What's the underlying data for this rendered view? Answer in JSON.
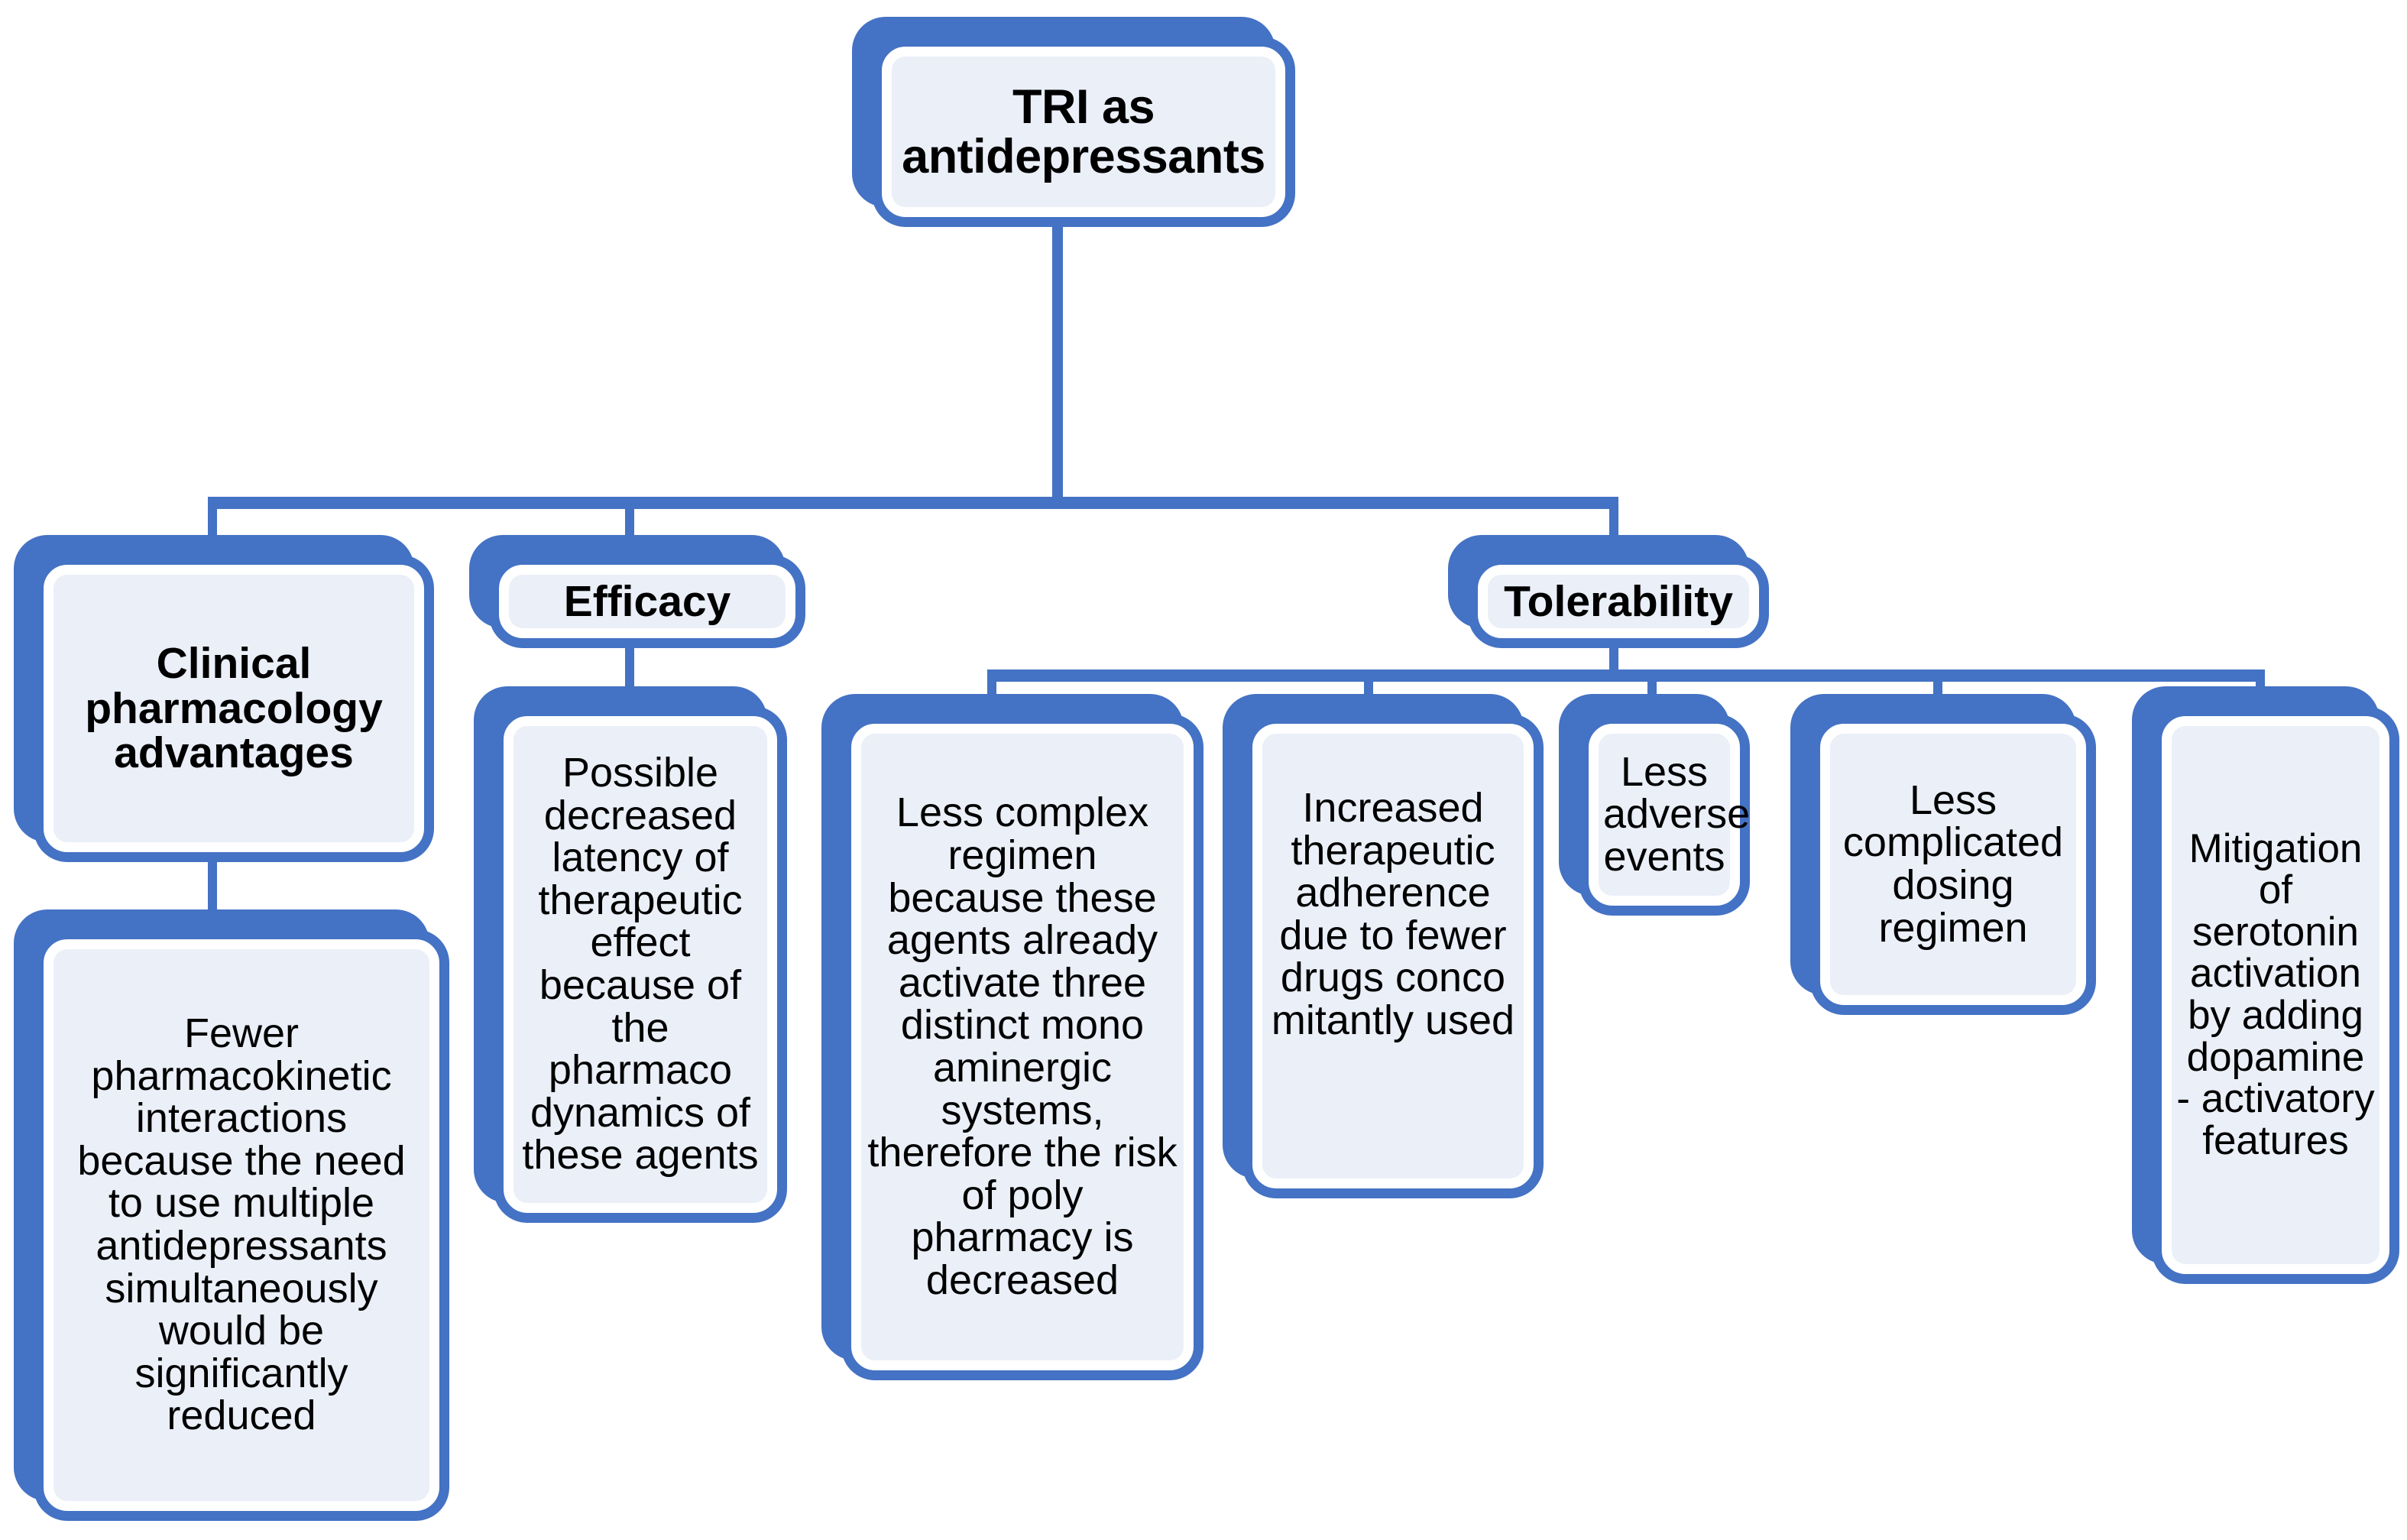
{
  "diagram": {
    "title": "TRI as antidepressants hierarchy",
    "accent_color": "#4472C4",
    "fill_color": "#EAEFF8",
    "text_color": "#000000"
  },
  "root": {
    "label": "TRI as antidepressants"
  },
  "branches": [
    {
      "id": "clinical-pharmacology",
      "label": "Clinical pharmacology advantages",
      "children": [
        {
          "id": "fewer-pk-interactions",
          "label": "Fewer pharmacokinetic interactions because the need to use multiple antidepressants simultaneously would be significantly reduced"
        }
      ]
    },
    {
      "id": "efficacy",
      "label": "Efficacy",
      "children": [
        {
          "id": "decreased-latency",
          "label": "Possible decreased latency of therapeutic effect because of the pharmaco dynamics of these agents"
        }
      ]
    },
    {
      "id": "tolerability",
      "label": "Tolerability",
      "children": [
        {
          "id": "less-complex-regimen",
          "label": "Less complex regimen because these agents already activate three distinct mono aminergic systems, therefore the risk of poly pharmacy is decreased"
        },
        {
          "id": "increased-adherence",
          "label": "Increased therapeutic adherence due to fewer drugs conco mitantly used"
        },
        {
          "id": "less-adverse-events",
          "label": "Less adverse events"
        },
        {
          "id": "less-complicated-dosing",
          "label": "Less complicated dosing regimen"
        },
        {
          "id": "mitigation-serotonin",
          "label": "Mitigation of serotonin activation by adding dopamine - activatory features"
        }
      ]
    }
  ]
}
